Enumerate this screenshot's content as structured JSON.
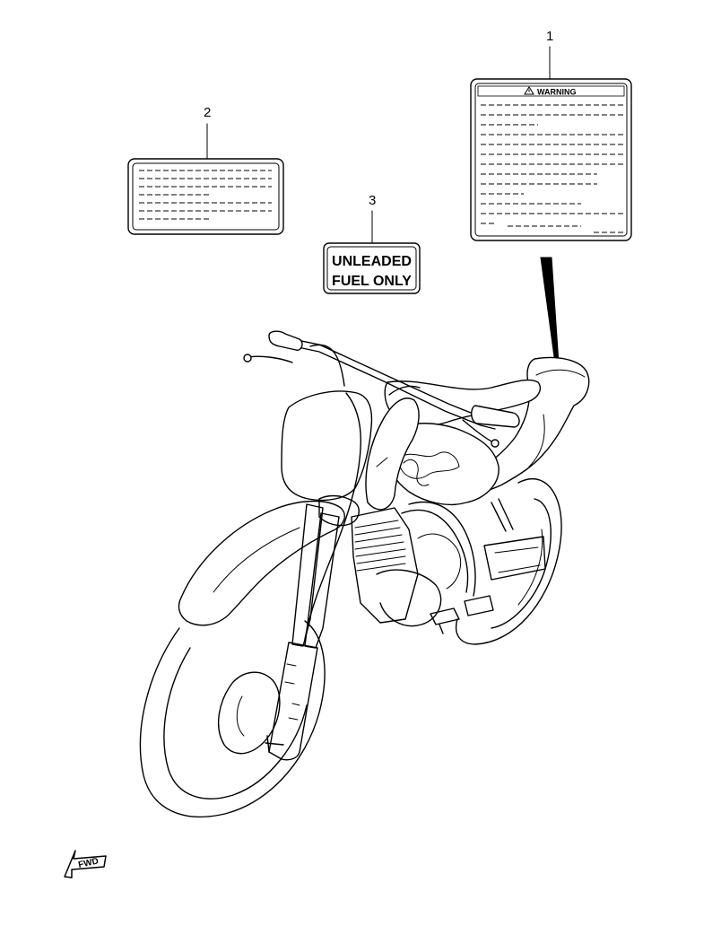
{
  "callouts": {
    "one": "1",
    "two": "2",
    "three": "3"
  },
  "warning_label": {
    "title": "WARNING",
    "icon": "warning-triangle-icon"
  },
  "fuel_label": {
    "line1": "UNLEADED",
    "line2": "FUEL ONLY"
  },
  "direction_marker": {
    "text": "FWD",
    "icon": "forward-arrow-icon"
  }
}
